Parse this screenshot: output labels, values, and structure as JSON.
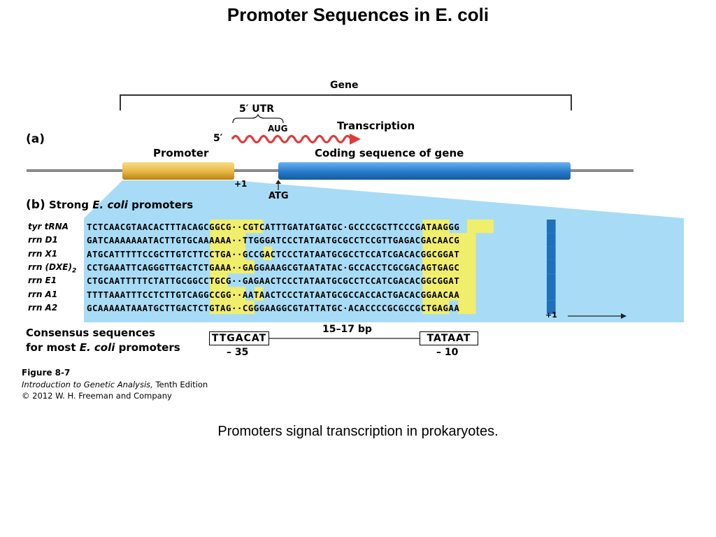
{
  "slide_title": "Promoter Sequences in E. coli",
  "caption": "Promoters signal transcription in prokaryotes.",
  "panel_a": {
    "letter": "(a)",
    "gene_label": "Gene",
    "utr_label": "5′ UTR",
    "five_prime": "5′",
    "aug_label": "AUG",
    "transcription_label": "Transcription",
    "promoter_label": "Promoter",
    "coding_label": "Coding sequence of gene",
    "plus_one": "+1",
    "atg_label": "ATG"
  },
  "panel_b": {
    "letter": "(b)",
    "title_prefix": "Strong ",
    "title_italic": "E. coli",
    "title_suffix": " promoters",
    "plus_one": "+1",
    "rows": [
      {
        "name": "tyr tRNA",
        "sub": "",
        "sequence": "TCTCAACGTAACACTTTACAGCGGCG··CGTCATTTGATATGATGC·GCCCCGCTTCCCGATAAGGG"
      },
      {
        "name": "rrn D1",
        "sub": "",
        "sequence": "GATCAAAAAAATACTTGTGCAAAAAA··TTGGGATCCCTATAATGCGCCTCCGTTGAGACGACAACG"
      },
      {
        "name": "rrn X1",
        "sub": "",
        "sequence": "ATGCATTTTTCCGCTTGTCTTCCTGA··GCCGACTCCCTATAATGCGCCTCCATCGACACGGCGGAT"
      },
      {
        "name": "rrn (DXE)",
        "sub": "2",
        "sequence": "CCTGAAATTCAGGGTTGACTCTGAAA··GAGGAAAGCGTAATATAC·GCCACCTCGCGACAGTGAGC"
      },
      {
        "name": "rrn E1",
        "sub": "",
        "sequence": "CTGCAATTTTTCTATTGCGGCCTGCG··GAGAACTCCCTATAATGCGCCTCCATCGACACGGCGGAT"
      },
      {
        "name": "rrn A1",
        "sub": "",
        "sequence": "TTTTAAATTTCCTCTTGTCAGGCCGG··AATAACTCCCTATAATGCGCCACCACTGACACGGAACAA"
      },
      {
        "name": "rrn A2",
        "sub": "",
        "sequence": "GCAAAAATAAATGCTTGACTCTGTAG··CGGGAAGGCGTATTATGC·ACACCCCGCGCCGCTGAGAA"
      }
    ],
    "consensus_line1": "Consensus sequences",
    "consensus_line2_prefix": "for most ",
    "consensus_line2_italic": "E. coli",
    "consensus_line2_suffix": " promoters",
    "box_minus35": "TTGACAT",
    "label_minus35": "– 35",
    "spacer_label": "15–17 bp",
    "box_minus10": "TATAAT",
    "label_minus10": "– 10"
  },
  "figure_credit": {
    "figure": "Figure 8-7",
    "book_italic": "Introduction to Genetic Analysis,",
    "edition": " Tenth Edition",
    "copyright": "© 2012 W. H. Freeman and Company"
  },
  "colors": {
    "panel_blue": "#a8dcf6",
    "highlight_yellow": "#f1ee6c",
    "start_site_blue": "#1f6fba",
    "promoter_gold": "#e9b949",
    "coding_blue": "#2a7fd1",
    "mrna_red": "#e23a3a"
  }
}
